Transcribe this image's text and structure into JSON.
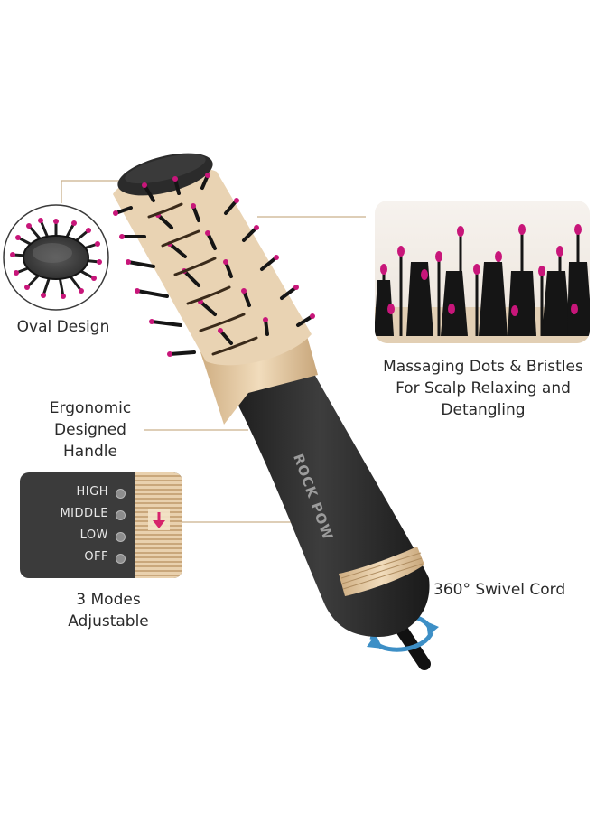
{
  "features": {
    "oval": {
      "label": "Oval Design"
    },
    "massaging": {
      "lines": [
        "Massaging Dots & Bristles",
        "For Scalp Relaxing and",
        "Detangling"
      ]
    },
    "handle": {
      "lines": [
        "Ergonomic",
        "Designed",
        "Handle"
      ]
    },
    "modes": {
      "lines": [
        "3 Modes",
        "Adjustable"
      ]
    },
    "swivel": {
      "label": "360° Swivel Cord"
    }
  },
  "mode_panel": {
    "options": [
      "HIGH",
      "MIDDLE",
      "LOW",
      "OFF"
    ]
  },
  "product": {
    "brand": "ROCK POW"
  },
  "colors": {
    "body": "#2c2c2c",
    "gold": "#e6cba6",
    "bristle_tip": "#c8167a",
    "swivel_arrow": "#3d8fc6",
    "leader_line": "#c9b08c"
  }
}
